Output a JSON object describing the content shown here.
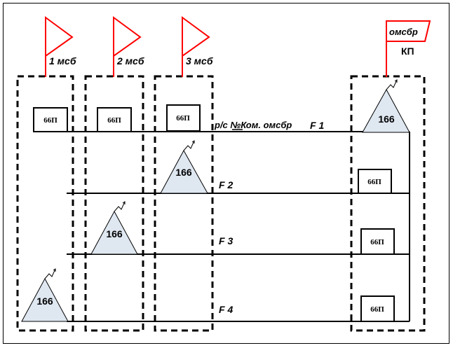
{
  "units": [
    {
      "id": "u1",
      "label": "1 мсб"
    },
    {
      "id": "u2",
      "label": "2 мсб"
    },
    {
      "id": "u3",
      "label": "3 мсб"
    }
  ],
  "command_post": {
    "flag_label": "омсбр",
    "label": "КП"
  },
  "radio_network_label": "р/с №Ком. омсбр",
  "frequencies": [
    "F 1",
    "F 2",
    "F 3",
    "F 4"
  ],
  "station_small": "66П",
  "station_large": "166",
  "colors": {
    "triangle_fill": "#dfe7f1",
    "flag": "#ff0000",
    "line": "#000000"
  }
}
